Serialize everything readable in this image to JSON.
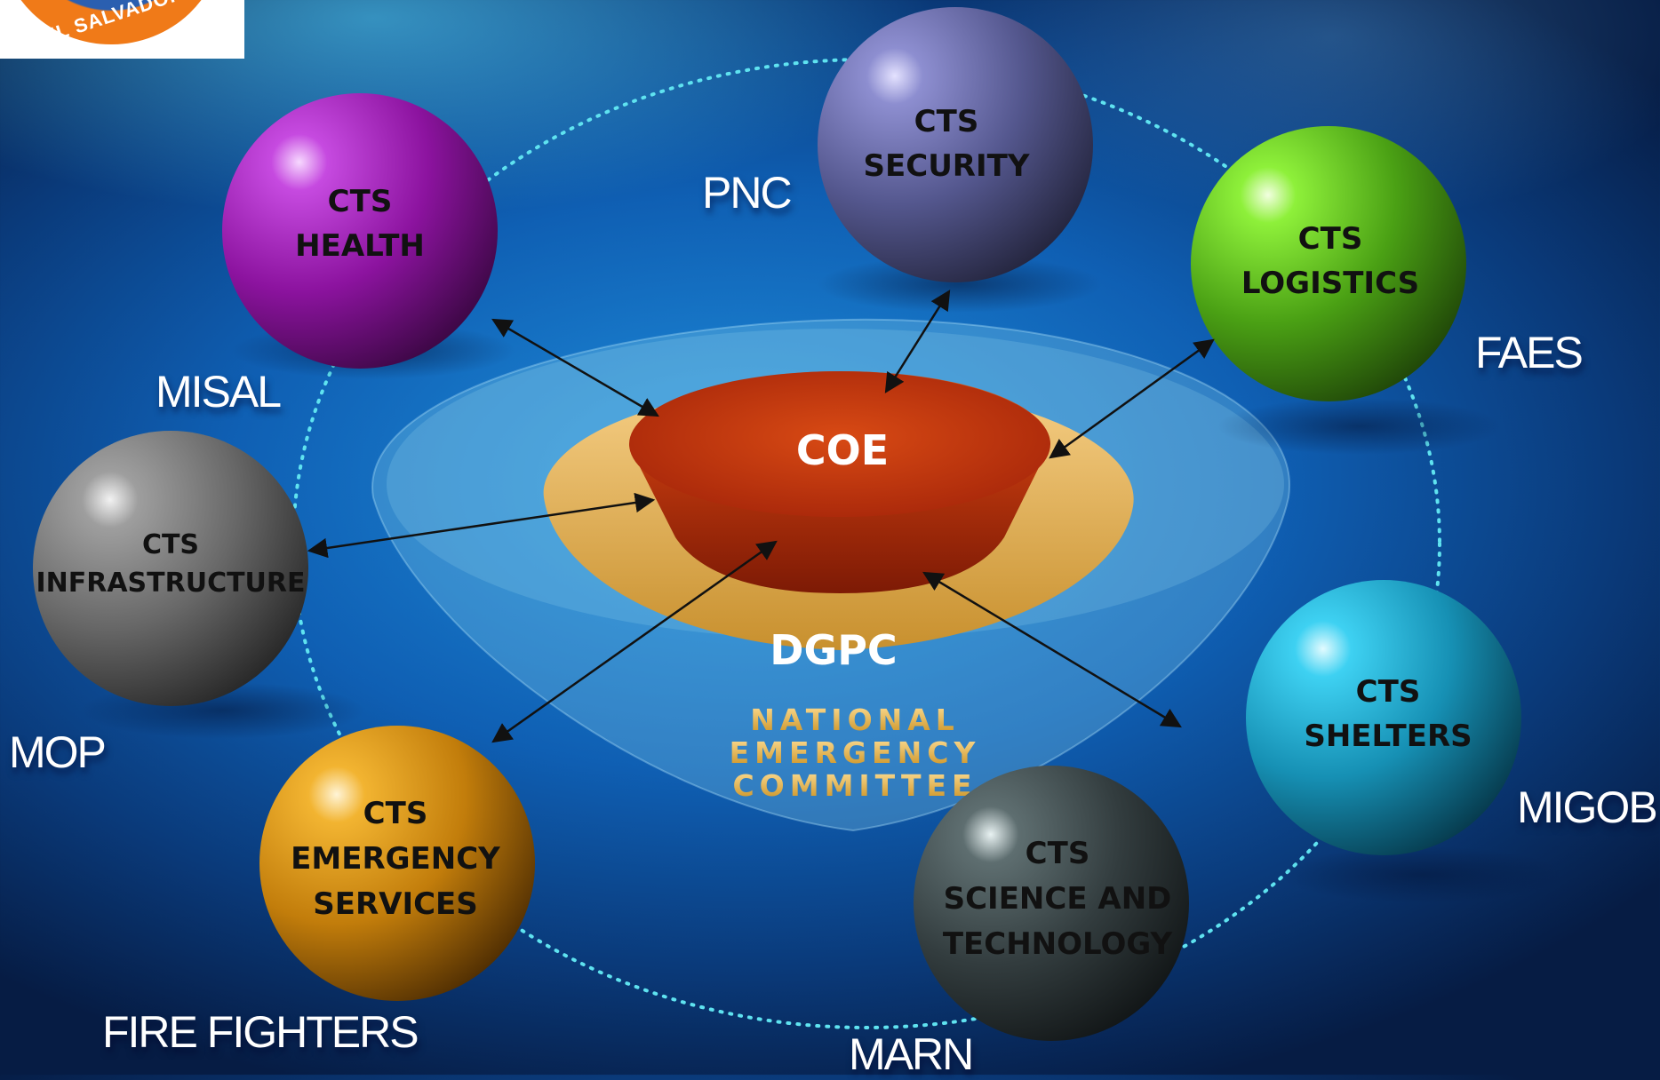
{
  "logo": {
    "text": "EL SALVADOR"
  },
  "center": {
    "coe": "COE",
    "dgpc": "DGPC",
    "committee_lines": [
      "NATIONAL",
      "EMERGENCY",
      "COMMITTEE"
    ]
  },
  "spheres": [
    {
      "id": "health",
      "lines": [
        "CTS",
        "HEALTH"
      ],
      "color": "#9b1fb5"
    },
    {
      "id": "security",
      "lines": [
        "CTS",
        "SECURITY"
      ],
      "color": "#5c5f9a"
    },
    {
      "id": "logistics",
      "lines": [
        "CTS",
        "LOGISTICS"
      ],
      "color": "#5fc21a"
    },
    {
      "id": "infrastructure",
      "lines": [
        "CTS",
        "INFRASTRUCTURE"
      ],
      "color": "#6e6e6e"
    },
    {
      "id": "shelters",
      "lines": [
        "CTS",
        "SHELTERS"
      ],
      "color": "#19a6cf"
    },
    {
      "id": "emergency-services",
      "lines": [
        "CTS",
        "EMERGENCY",
        "SERVICES"
      ],
      "color": "#d99210"
    },
    {
      "id": "science-technology",
      "lines": [
        "CTS",
        "SCIENCE AND",
        "TECHNOLOGY"
      ],
      "color": "#3a4548"
    }
  ],
  "institutions": {
    "pnc": "PNC",
    "misal": "MISAL",
    "faes": "FAES",
    "mop": "MOP",
    "migob": "MIGOB",
    "fire_fighters": "FIRE FIGHTERS",
    "marn": "MARN"
  }
}
